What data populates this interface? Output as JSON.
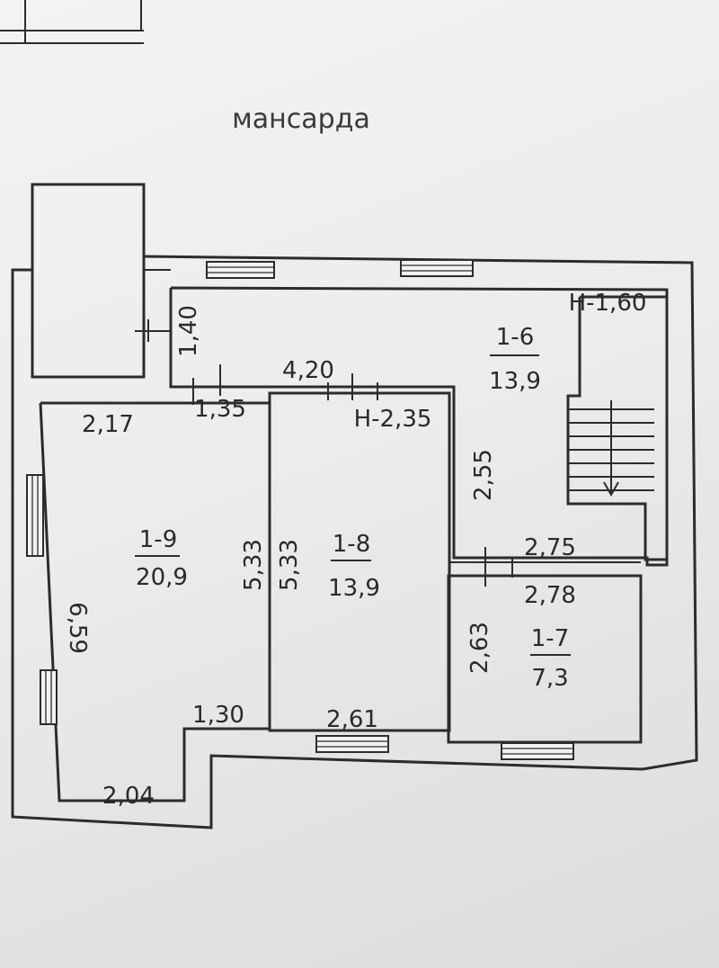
{
  "title": "мансарда",
  "rooms": [
    {
      "id": "1-6",
      "area": "13,9"
    },
    {
      "id": "1-7",
      "area": "7,3"
    },
    {
      "id": "1-8",
      "area": "13,9"
    },
    {
      "id": "1-9",
      "area": "20,9"
    }
  ],
  "heights": {
    "h1": "Н-1,60",
    "h2": "Н-2,35"
  },
  "dimensions": {
    "d140": "1,40",
    "d420": "4,20",
    "d135": "1,35",
    "d217": "2,17",
    "d255": "2,55",
    "d275": "2,75",
    "d278": "2,78",
    "d263": "2,63",
    "d533a": "5,33",
    "d533b": "5,33",
    "d659": "6,59",
    "d130": "1,30",
    "d261": "2,61",
    "d204": "2,04"
  }
}
